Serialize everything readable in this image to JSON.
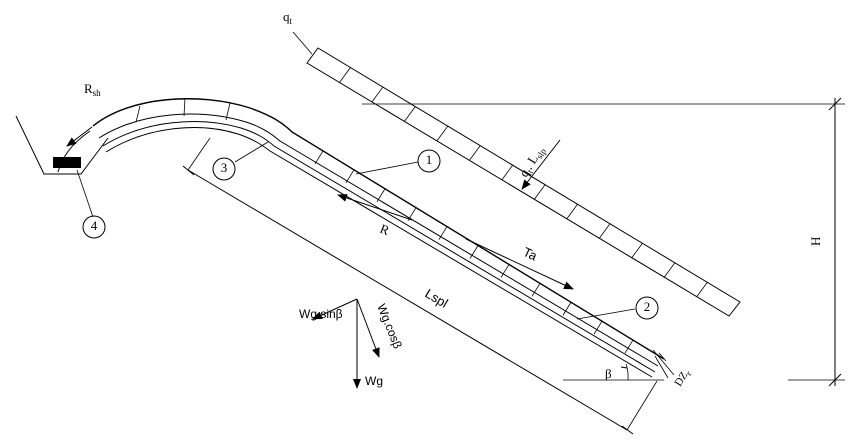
{
  "labels": {
    "q_t": "q",
    "q_t_sub": "t",
    "q_lslp": "q",
    "q_lslp_mid": "t",
    "q_lslp_tail": ". L",
    "q_lslp_sub": "slp",
    "r_sh": "R",
    "r_sh_sub": "sh",
    "r": "R",
    "ta": "Ta",
    "lspl": "Lspl",
    "h": "H",
    "beta": "β",
    "dz": "DZ",
    "dz_sub": "r",
    "wg_sin": "Wg.sinβ",
    "wg_cos": "Wg.cosβ",
    "wg": "Wg"
  },
  "markers": [
    "1",
    "2",
    "3",
    "4"
  ]
}
